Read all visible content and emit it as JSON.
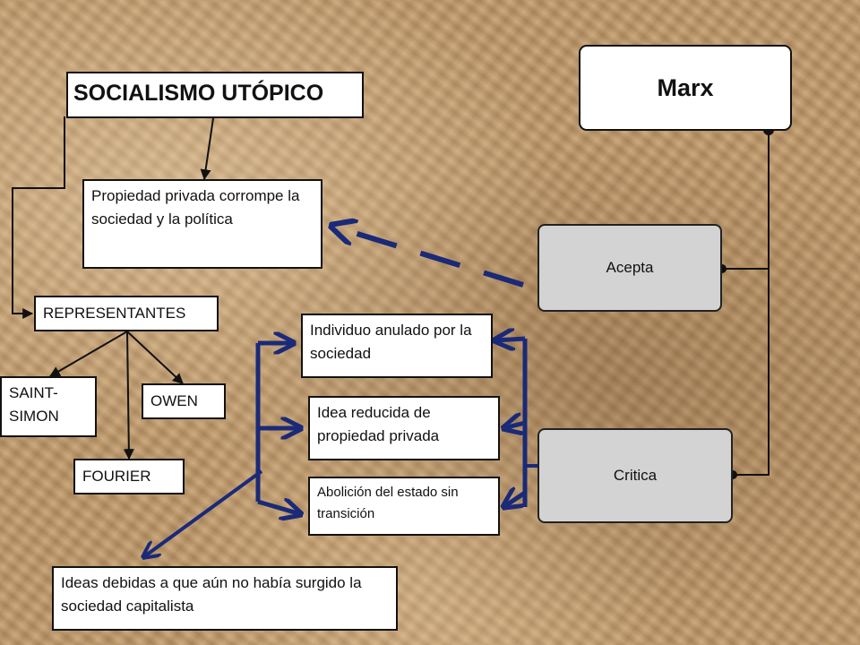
{
  "title": "SOCIALISMO UTÓPICO",
  "marx": "Marx",
  "propiedad": "Propiedad privada corrompe la sociedad y la política",
  "representantes": "REPRESENTANTES",
  "saint_simon": "SAINT-SIMON",
  "owen": "OWEN",
  "fourier": "FOURIER",
  "individuo": "Individuo anulado por la sociedad",
  "idea": "Idea reducida de propiedad privada",
  "abolicion": "Abolición del estado sin transición",
  "ideas": "Ideas debidas a que aún no había surgido la sociedad capitalista",
  "acepta": "Acepta",
  "critica": "Critica",
  "colors": {
    "arrow_blue": "#1a2a78",
    "node_gray": "#d3d3d3"
  }
}
